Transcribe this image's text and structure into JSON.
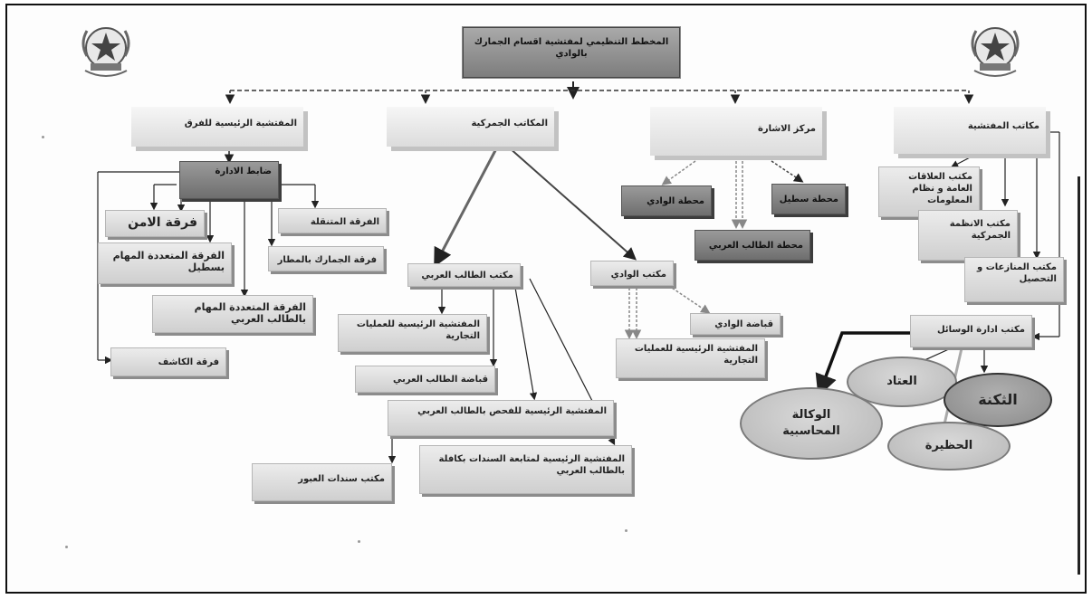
{
  "title": "المخطط التنظيمي لمفتشية اقسام الجمارك بالوادي",
  "branches": {
    "teams": "المفتشية الرئيسية للفرق",
    "offices": "المكاتب الجمركية",
    "signal": "مركز الاشارة",
    "inspectorate": "مكاتب المفتشية"
  },
  "teams": {
    "admin_officer": "ضابط الادارة",
    "security": "فرقة الامن",
    "mobile": "الفرقة المتنقلة",
    "multi_setil": "الفرقة المتعددة المهام بسطيل",
    "airport": "فرقة الجمارك بالمطار",
    "multi_taleb": "الفرقة المتعددة المهام بالطالب العربي",
    "detector": "فرقة الكاشف"
  },
  "offices": {
    "taleb_office": "مكتب الطالب العربي",
    "oued_office": "مكتب الوادي",
    "commercial_ops_1": "المفتشية الرئيسية للعمليات التجارية",
    "taleb_revenue": "قباضة الطالب العربي",
    "inspection_taleb": "المفتشية الرئيسية للفحص بالطالب العربي",
    "transit_office": "مكتب سندات العبور",
    "followup_taleb": "المفتشية الرئيسية لمتابعة السندات بكافلة بالطالب العربي",
    "oued_revenue": "قباضة الوادي",
    "commercial_ops_2": "المفتشية الرئيسية للعمليات التجارية"
  },
  "signal": {
    "oued_station": "محطة الوادي",
    "setil_station": "محطة سطيل",
    "taleb_station": "محطة الطالب العربي"
  },
  "inspectorate": {
    "public_relations": "مكتب العلاقات العامة و نظام المعلومات",
    "customs_regimes": "مكتب الانظمة الجمركية",
    "disputes": "مكتب المنازعات و التحصيل",
    "means_admin": "مكتب ادارة الوسائل"
  },
  "means": {
    "accounting": "الوكالة المحاسبية",
    "equipment": "العتاد",
    "barracks": "الثكنة",
    "garage": "الحظيرة"
  }
}
